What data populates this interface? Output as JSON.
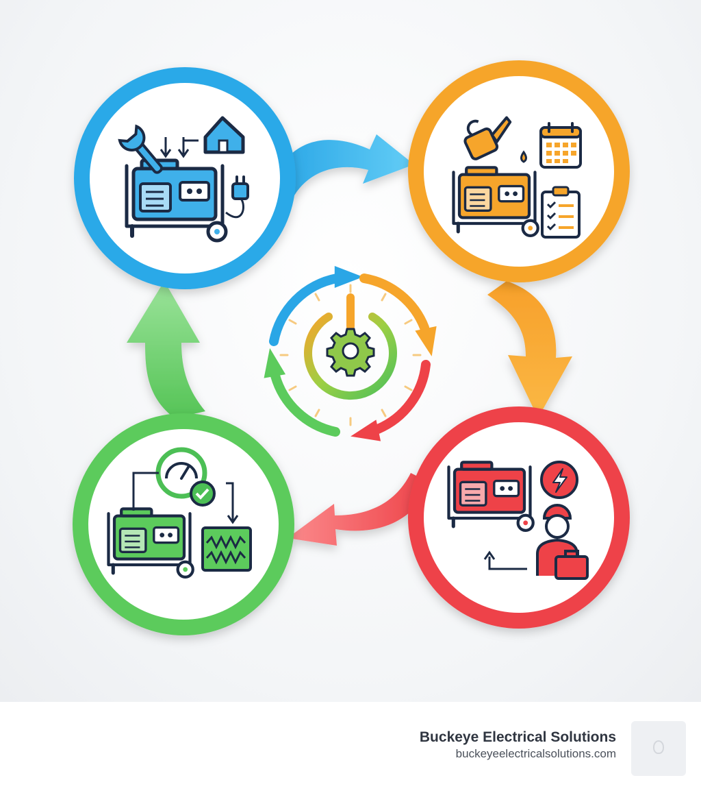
{
  "brand": {
    "name": "Buckeye Electrical Solutions",
    "url": "buckeyeelectricalsolutions.com"
  },
  "colors": {
    "blue": "#29a9e8",
    "orange": "#f6a52b",
    "red": "#ee4248",
    "green": "#5ccb5c"
  },
  "stages": [
    {
      "position": "top-left",
      "color": "blue",
      "icons": [
        "wrench-icon",
        "house-icon",
        "generator-icon",
        "plug-icon"
      ]
    },
    {
      "position": "top-right",
      "color": "orange",
      "icons": [
        "oil-can-icon",
        "calendar-icon",
        "generator-icon",
        "checklist-icon"
      ]
    },
    {
      "position": "bottom-right",
      "color": "red",
      "icons": [
        "generator-icon",
        "lightning-icon",
        "technician-icon",
        "toolbox-icon"
      ]
    },
    {
      "position": "bottom-left",
      "color": "green",
      "icons": [
        "gauge-check-icon",
        "generator-icon",
        "load-bank-icon"
      ]
    }
  ],
  "center": {
    "icons": [
      "cycle-arrows-icon",
      "power-gear-icon"
    ]
  }
}
